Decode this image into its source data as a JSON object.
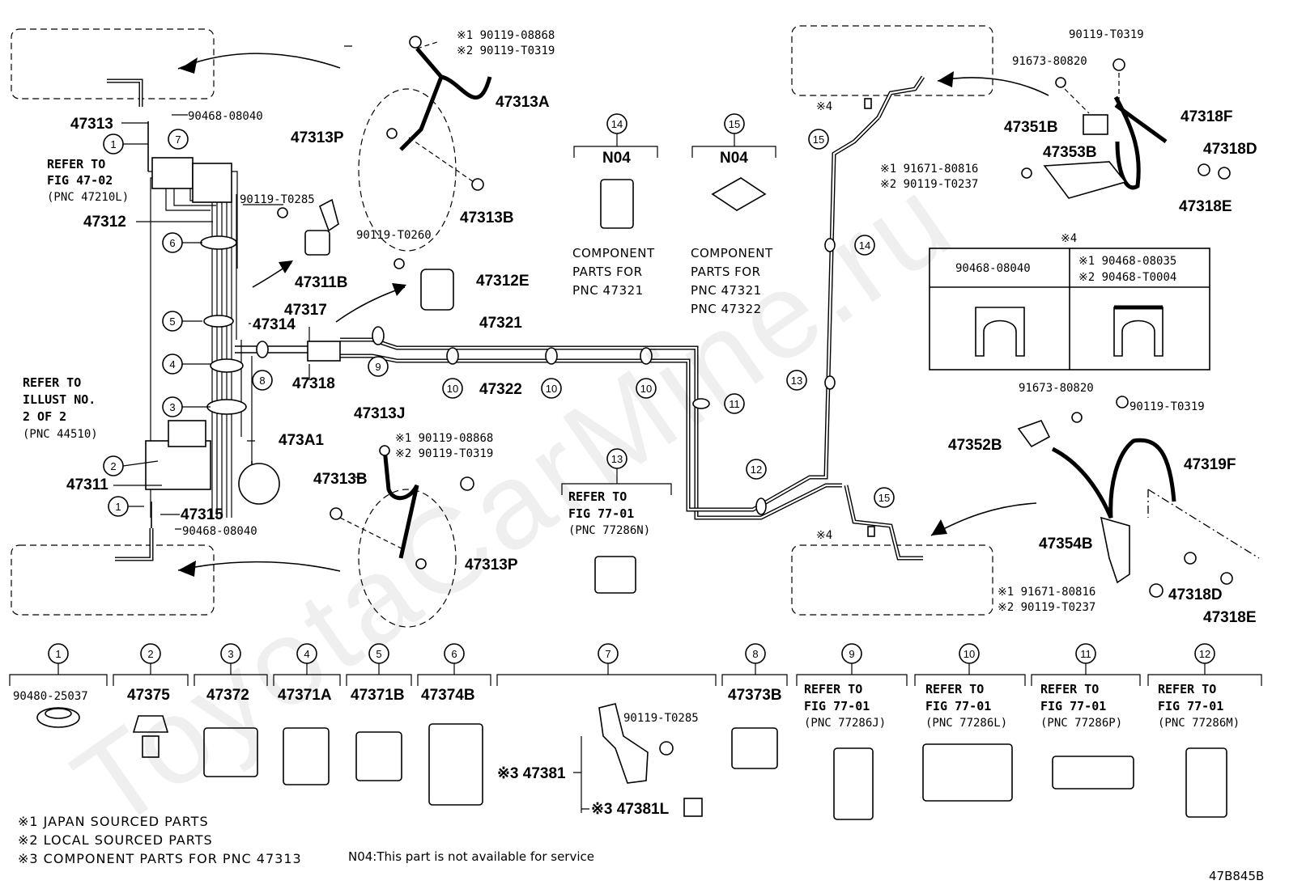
{
  "labels": {
    "p47313": "47313",
    "p90468_08040_a": "90468-08040",
    "refer_fig_1": "REFER TO",
    "refer_fig_2": "FIG 47-02",
    "refer_fig_3": "(PNC 47210L)",
    "p47312": "47312",
    "p90119_T0285_a": "90119-T0285",
    "p47311B": "47311B",
    "p47314": "47314",
    "p47317": "47317",
    "p47318": "47318",
    "refer_illust_1": "REFER TO",
    "refer_illust_2": "ILLUST NO.",
    "refer_illust_3": "2 OF 2",
    "refer_illust_4": "(PNC 44510)",
    "p473A1": "473A1",
    "p47311": "47311",
    "p47315": "47315",
    "p90468_08040_b": "90468-08040",
    "top_bolt_1": "※1 90119-08868",
    "top_bolt_2": "※2 90119-T0319",
    "p47313A": "47313A",
    "p47313P_a": "47313P",
    "p47313B_a": "47313B",
    "p90119_T0260": "90119-T0260",
    "p47312E": "47312E",
    "p47321": "47321",
    "p47322": "47322",
    "p47313J": "47313J",
    "mid_bolt_1": "※1 90119-08868",
    "mid_bolt_2": "※2 90119-T0319",
    "p47313B_b": "47313B",
    "p47313P_b": "47313P",
    "n04_a": "N04",
    "comp14_1": "COMPONENT",
    "comp14_2": "PARTS FOR",
    "comp14_3": "PNC 47321",
    "n04_b": "N04",
    "comp15_1": "COMPONENT",
    "comp15_2": "PARTS FOR",
    "comp15_3": "PNC 47321",
    "comp15_4": "PNC 47322",
    "ref13_1": "REFER TO",
    "ref13_2": "FIG 77-01",
    "ref13_3": "(PNC 77286N)",
    "p90119_T0319_a": "90119-T0319",
    "p91673_80820_a": "91673-80820",
    "p47351B": "47351B",
    "p47318F": "47318F",
    "p47318D_a": "47318D",
    "p47353B": "47353B",
    "rb_bolt_1": "※1 91671-80816",
    "rb_bolt_2": "※2 90119-T0237",
    "p47318E_a": "47318E",
    "note4_title": "※4",
    "note4_left": "90468-08040",
    "note4_right_1": "※1 90468-08035",
    "note4_right_2": "※2 90468-T0004",
    "star4_a": "※4",
    "star4_b": "※4",
    "p91673_80820_b": "91673-80820",
    "p90119_T0319_b": "90119-T0319",
    "p47352B": "47352B",
    "p47319F": "47319F",
    "p47354B": "47354B",
    "rb2_bolt_1": "※1 91671-80816",
    "rb2_bolt_2": "※2 90119-T0237",
    "p47318D_b": "47318D",
    "p47318E_b": "47318E",
    "bottom": {
      "c1": "90480-25037",
      "c2": "47375",
      "c3": "47372",
      "c4": "47371A",
      "c5": "47371B",
      "c6": "47374B",
      "c7_bolt": "90119-T0285",
      "c7_a": "※3 47381",
      "c7_b": "※3 47381L",
      "c8": "47373B",
      "c9_1": "REFER TO",
      "c9_2": "FIG 77-01",
      "c9_3": "(PNC 77286J)",
      "c10_1": "REFER TO",
      "c10_2": "FIG 77-01",
      "c10_3": "(PNC 77286L)",
      "c11_1": "REFER TO",
      "c11_2": "FIG 77-01",
      "c11_3": "(PNC 77286P)",
      "c12_1": "REFER TO",
      "c12_2": "FIG 77-01",
      "c12_3": "(PNC 77286M)"
    },
    "legend_1": "※1 JAPAN SOURCED PARTS",
    "legend_2": "※2 LOCAL SOURCED PARTS",
    "legend_3": "※3 COMPONENT PARTS FOR PNC 47313",
    "n04_note": "N04:This part is not available for service",
    "fig_id": "47B845B"
  },
  "circle_numbers": {
    "c1": "1",
    "c2": "2",
    "c3": "3",
    "c4": "4",
    "c5": "5",
    "c6": "6",
    "c7": "7",
    "c8": "8",
    "c9": "9",
    "c10": "10",
    "c11": "11",
    "c12": "12",
    "c13": "13",
    "c14": "14",
    "c15": "15"
  }
}
